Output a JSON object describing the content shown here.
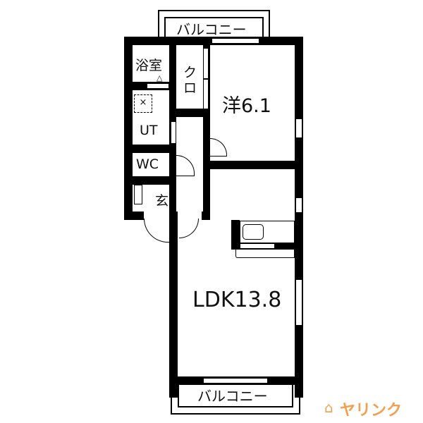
{
  "floorplan": {
    "rooms": {
      "balcony_top": "バルコニー",
      "bath": "浴室",
      "closet_1": "ク",
      "closet_2": "ロ",
      "western_room": "洋6.1",
      "utility": "UT",
      "toilet": "WC",
      "entrance": "玄",
      "ldk": "LDK13.8",
      "balcony_bottom": "バルコニー"
    }
  },
  "brand": {
    "name": "ヤリンク",
    "color": "#f0a050"
  }
}
